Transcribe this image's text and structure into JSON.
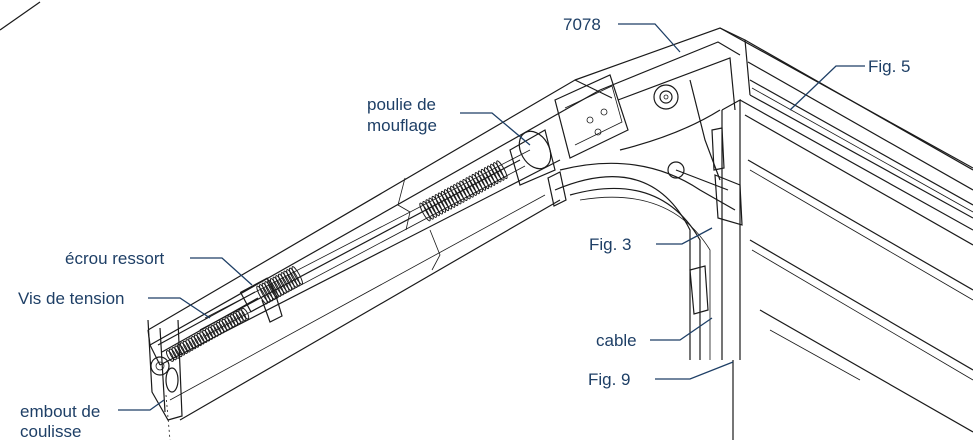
{
  "labels": {
    "part_7078": "7078",
    "fig5": "Fig. 5",
    "poulie_line1": "poulie de",
    "poulie_line2": "mouflage",
    "ecrou": "écrou ressort",
    "vis": "Vis de tension",
    "fig3": "Fig. 3",
    "cable": "cable",
    "fig9": "Fig. 9",
    "embout_line1": "embout de",
    "embout_line2": "coulisse"
  },
  "colors": {
    "label_text": "#1e3f66",
    "drawing_line": "#1a1a1a"
  }
}
